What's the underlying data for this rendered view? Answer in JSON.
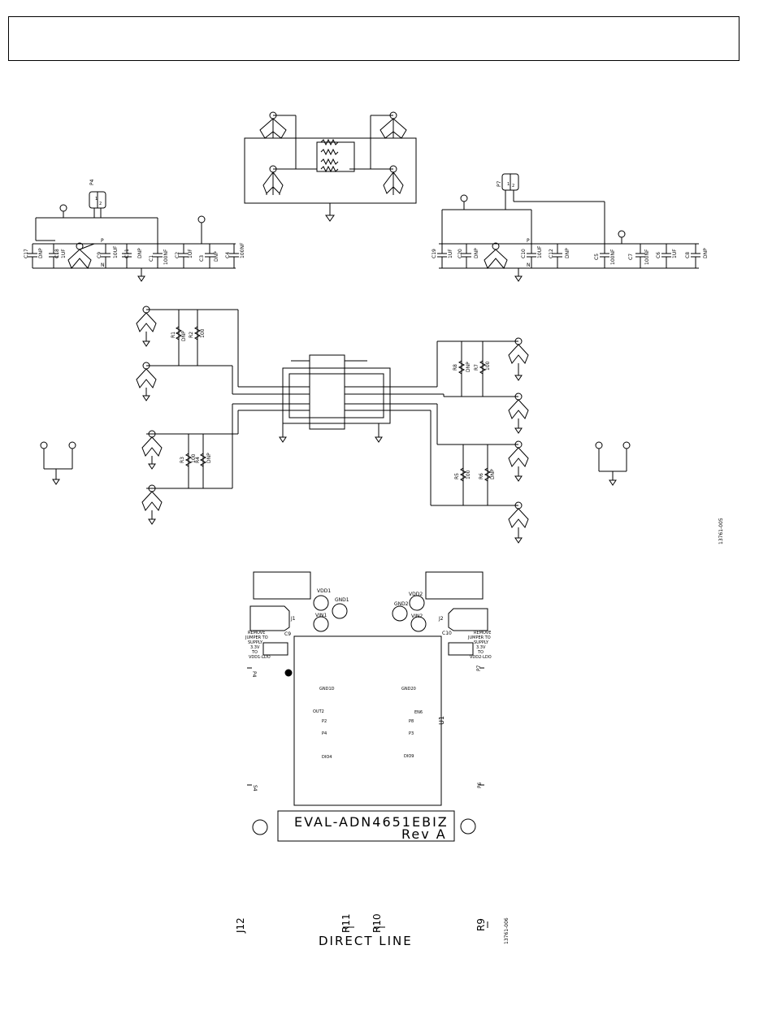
{
  "header": {
    "text": ""
  },
  "schematic_top": {
    "p4": {
      "label": "P4",
      "pins": [
        "1",
        "2"
      ]
    },
    "p7": {
      "label": "P7",
      "pins": [
        "1",
        "2"
      ]
    },
    "left_caps": [
      {
        "ref": "C17",
        "val": "DNP"
      },
      {
        "ref": "C18",
        "val": "1UF"
      },
      {
        "ref": "C9",
        "val": "10UF"
      },
      {
        "ref": "C11",
        "val": "DNP"
      },
      {
        "ref": "C1",
        "val": "100NF"
      },
      {
        "ref": "C2",
        "val": "1UF"
      },
      {
        "ref": "C3",
        "val": "DNP"
      },
      {
        "ref": "C4",
        "val": "100NF"
      }
    ],
    "right_caps": [
      {
        "ref": "C19",
        "val": "1UF"
      },
      {
        "ref": "C20",
        "val": "DNP"
      },
      {
        "ref": "C10",
        "val": "10UF"
      },
      {
        "ref": "C12",
        "val": "DNP"
      },
      {
        "ref": "C5",
        "val": "100NF"
      },
      {
        "ref": "C7",
        "val": "100NF"
      },
      {
        "ref": "C6",
        "val": "1UF"
      },
      {
        "ref": "C8",
        "val": "DNP"
      }
    ],
    "polarity": {
      "p": "P",
      "n": "N"
    }
  },
  "schematic_mid": {
    "resistors_left": [
      {
        "ref": "R1",
        "val": "DNP"
      },
      {
        "ref": "R2",
        "val": "100"
      },
      {
        "ref": "R3",
        "val": "100"
      },
      {
        "ref": "R4",
        "val": "DNP"
      }
    ],
    "resistors_right": [
      {
        "ref": "R8",
        "val": "DNP"
      },
      {
        "ref": "R7",
        "val": "100"
      },
      {
        "ref": "R5",
        "val": "100"
      },
      {
        "ref": "R6",
        "val": "DNP"
      }
    ],
    "fig_id": "13761-005"
  },
  "board": {
    "vdd1": "VDD1",
    "gnd1": "GND1",
    "vin1": "VIN1",
    "vdd2": "VDD2",
    "gnd2": "GND2",
    "vin2": "VIN2",
    "j1": "J1",
    "c9": "C9",
    "c10": "C10",
    "j2": "J2",
    "p4": "P4",
    "p7": "P7",
    "jumper_left": [
      "REMOVE",
      "JUMPER TO",
      "SUPPLY",
      "3.3V",
      "TO",
      "VDD1-LDO"
    ],
    "jumper_right": [
      "REMOVE",
      "JUMPER TO",
      "SUPPLY",
      "3.3V",
      "TO",
      "VDD2-LDO"
    ],
    "inner_left": [
      "GND1D",
      "OUT2",
      "P2",
      "P4",
      "DIO4"
    ],
    "inner_right": [
      "GND20",
      "EN6",
      "P8",
      "P3",
      "DIO9"
    ],
    "u1": "U1",
    "s4": "S4",
    "p6": "P6",
    "title": "EVAL-ADN4651EBIZ",
    "rev": "Rev A"
  },
  "bottom": {
    "j12": "J12",
    "r11": "R11",
    "r10": "R10",
    "r9": "R9",
    "caption": "DIRECT LINE",
    "fig_id": "13761-006"
  }
}
